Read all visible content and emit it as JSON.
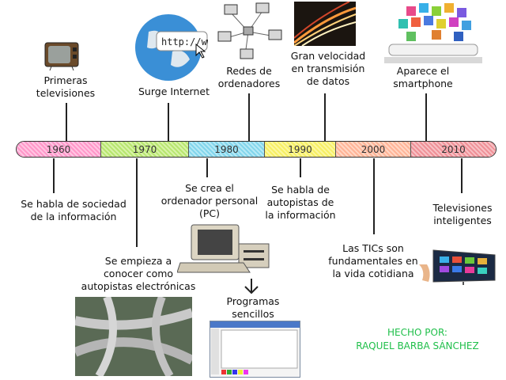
{
  "timeline": {
    "decades": [
      {
        "label": "1960",
        "color": "#ffc4e2"
      },
      {
        "label": "1970",
        "color": "#d8f2a8"
      },
      {
        "label": "1980",
        "color": "#b6e9f5"
      },
      {
        "label": "1990",
        "color": "#fbf7a0"
      },
      {
        "label": "2000",
        "color": "#ffd6c4"
      },
      {
        "label": "2010",
        "color": "#f7c0c4"
      }
    ]
  },
  "events_above": [
    {
      "text": "Primeras\ntelevisiones",
      "icon": "tv-icon"
    },
    {
      "text": "Surge Internet",
      "icon": "globe-icon"
    },
    {
      "text": "Redes de\nordenadores",
      "icon": "network-icon"
    },
    {
      "text": "Gran velocidad\nen transmisión\nde datos",
      "icon": "highway-lights-icon"
    },
    {
      "text": "Aparece el\nsmartphone",
      "icon": "smartphone-icon"
    }
  ],
  "events_below": [
    {
      "text": "Se habla de sociedad\nde la información"
    },
    {
      "text": "Se empieza a\nconocer como\nautopistas electrónicas",
      "icon": "highway-icon"
    },
    {
      "text": "Se crea el\nordenador personal\n(PC)",
      "icon": "computer-icon"
    },
    {
      "text": "Programas\nsencillos",
      "icon": "paint-window-icon"
    },
    {
      "text": "Se habla de\nautopistas de\nla información"
    },
    {
      "text": "Las TICs son\nfundamentales en\nla vida cotidiana"
    },
    {
      "text": "Televisiones\ninteligentes",
      "icon": "smart-tv-icon"
    }
  ],
  "credit": {
    "line1": "HECHO POR:",
    "line2": "RAQUEL BARBA SÁNCHEZ"
  }
}
